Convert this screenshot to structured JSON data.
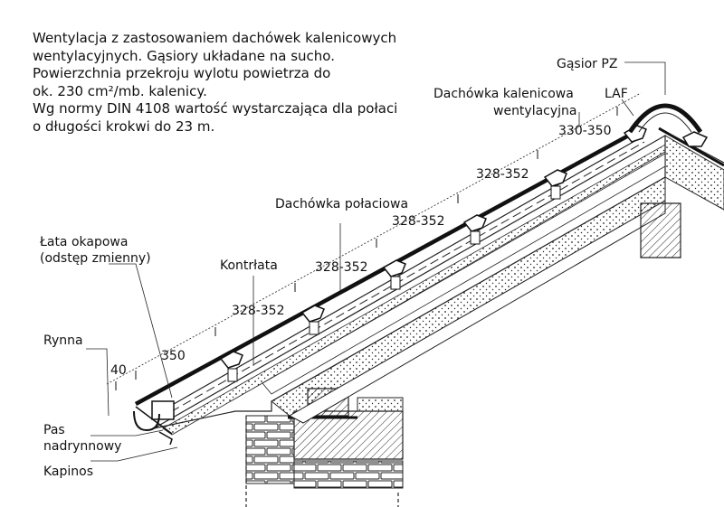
{
  "description_lines": [
    "Wentylacja z zastosowaniem dachówek kalenicowych",
    "wentylacyjnych. Gąsiory układane na sucho.",
    "Powierzchnia przekroju wylotu powietrza do",
    "ok. 230 cm²/mb. kalenicy.",
    "Wg normy DIN 4108 wartość wystarczająca dla połaci",
    "o długości krokwi do 23 m."
  ],
  "labels": {
    "gasior": "Gąsior PZ",
    "laf": "LAF",
    "dachowka_kalenicowa_1": "Dachówka kalenicowa",
    "dachowka_kalenicowa_2": "wentylacyjna",
    "dachowka_polaciowa": "Dachówka połaciowa",
    "lata_okapowa_1": "Łata okapowa",
    "lata_okapowa_2": "(odstęp zmienny)",
    "kontrlata": "Kontrłata",
    "rynna": "Rynna",
    "pas_1": "Pas",
    "pas_2": "nadrynnowy",
    "kapinos": "Kapinos"
  },
  "dimensions": {
    "d40": "40",
    "d350": "350",
    "d328_a": "328-352",
    "d328_b": "328-352",
    "d328_c": "328-352",
    "d328_d": "328-352",
    "d330": "330-350"
  }
}
